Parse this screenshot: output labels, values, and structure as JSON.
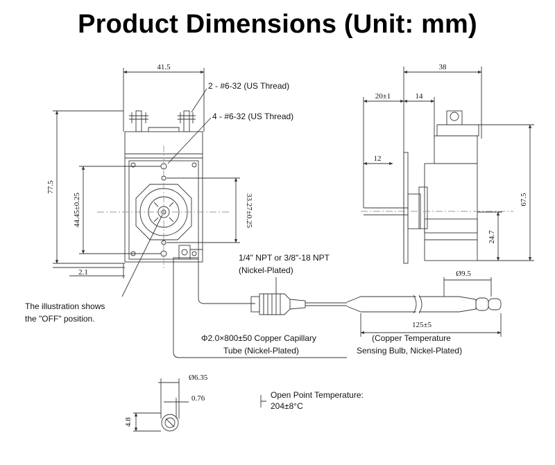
{
  "title": "Product Dimensions (Unit: mm)",
  "dimensions": {
    "width_top": "41.5",
    "height_left": "77.5",
    "hole_spacing_v": "44.45±0.25",
    "hole_spacing_inner": "33.27±0.25",
    "offset_bottom": "2.1",
    "side_width": "38",
    "shaft_len": "20±1",
    "body_step": "14",
    "shaft_dia_len": "12",
    "side_height": "67.5",
    "base_height": "24.7",
    "bulb_dia": "Ø9.5",
    "bulb_len": "125±5",
    "shaft_dia": "Ø6.35",
    "flat": "0.76",
    "flat_h": "4.8"
  },
  "callouts": {
    "us_thread_2": "2 - #6-32 (US Thread)",
    "us_thread_4": "4 - #6-32 (US Thread)",
    "npt_line1": "1/4\" NPT or 3/8\"-18 NPT",
    "npt_line2": "(Nickel-Plated)",
    "off_line1": "The illustration shows",
    "off_line2": "the \"OFF\" position.",
    "capillary_line1": "Φ2.0×800±50 Copper Capillary",
    "capillary_line2": "Tube (Nickel-Plated)",
    "bulb_line1": "(Copper Temperature",
    "bulb_line2": "Sensing Bulb, Nickel-Plated)",
    "open_line1": "Open Point Temperature:",
    "open_line2": "204±8°C"
  }
}
